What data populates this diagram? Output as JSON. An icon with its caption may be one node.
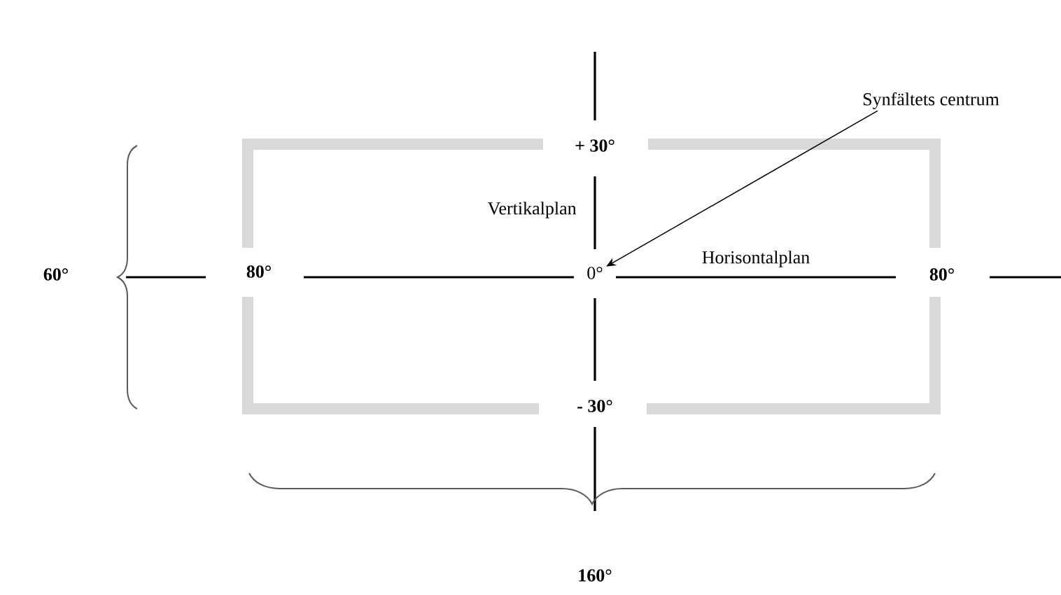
{
  "diagram": {
    "nodes": [
      {
        "text": [
          "Synfältets centrum"
        ]
      },
      {
        "text": [
          "0°"
        ]
      }
    ],
    "edges": [
      {
        "from": 0,
        "to": 1,
        "arrow": "to"
      }
    ],
    "labels": [
      "+ 30°",
      "Vertikalplan",
      "60°",
      "80°",
      "Horisontalplan",
      "80°",
      "- 30°",
      "160°"
    ]
  }
}
